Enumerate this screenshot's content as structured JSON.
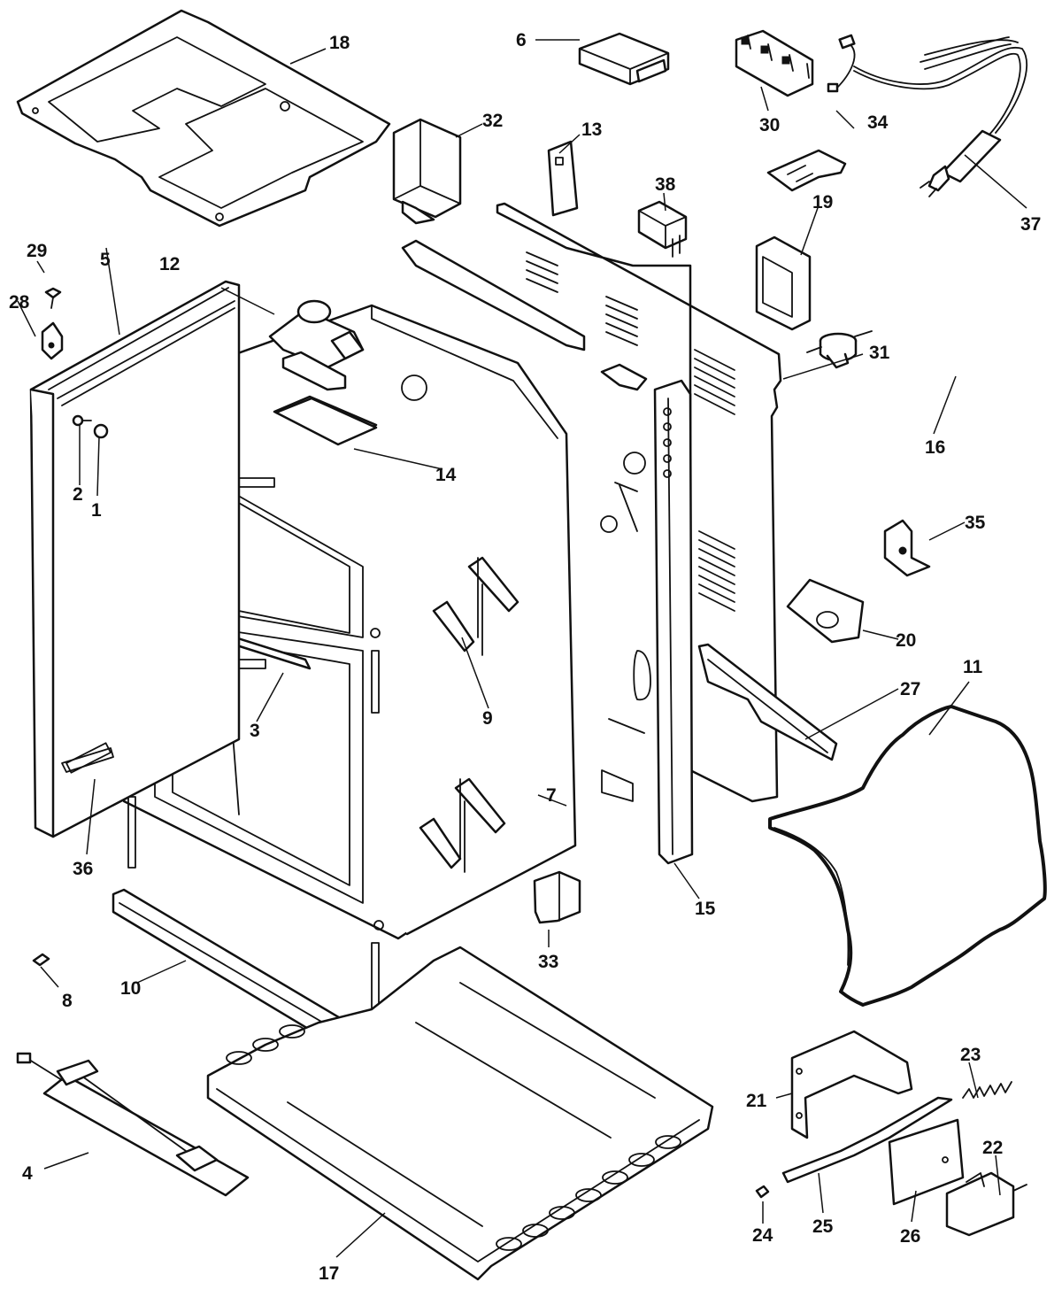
{
  "callouts": {
    "c1": "1",
    "c2": "2",
    "c3": "3",
    "c4": "4",
    "c5": "5",
    "c6": "6",
    "c7": "7",
    "c8": "8",
    "c9": "9",
    "c10": "10",
    "c11": "11",
    "c12": "12",
    "c13": "13",
    "c14": "14",
    "c15": "15",
    "c16": "16",
    "c17": "17",
    "c18": "18",
    "c19": "19",
    "c20": "20",
    "c21": "21",
    "c22": "22",
    "c23": "23",
    "c24": "24",
    "c25": "25",
    "c26": "26",
    "c27": "27",
    "c28": "28",
    "c29": "29",
    "c30": "30",
    "c31": "31",
    "c32": "32",
    "c33": "33",
    "c34": "34",
    "c35": "35",
    "c36": "36",
    "c37": "37",
    "c38": "38"
  },
  "colors": {
    "line": "#111111",
    "background": "#ffffff"
  }
}
